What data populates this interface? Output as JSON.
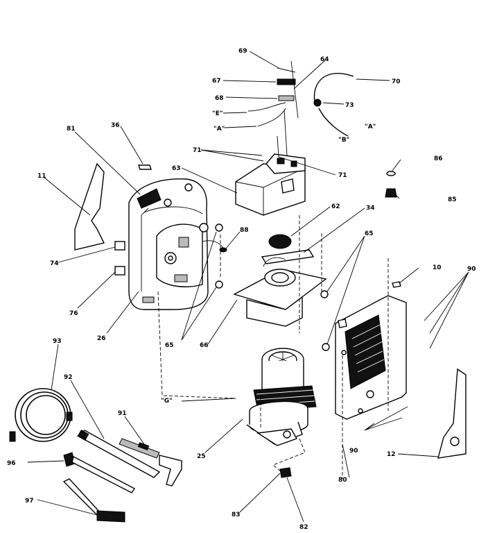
{
  "labels": {
    "p69": "69",
    "p64": "64",
    "p70": "70",
    "p67": "67",
    "p68": "68",
    "p73": "73",
    "pE": "\"E\"",
    "pA1": "\"A\"",
    "pA2": "\"A\"",
    "pB": "\"B\"",
    "p71a": "71",
    "p71b": "71",
    "p63": "63",
    "p86": "86",
    "p85a": "85",
    "p81": "81",
    "p36": "36",
    "p11": "11",
    "p62": "62",
    "p34": "34",
    "p88": "88",
    "p65a": "65",
    "p65b": "65",
    "p74": "74",
    "p76": "76",
    "p26": "26",
    "p66": "66",
    "p10": "10",
    "p90a": "90",
    "p90b": "90",
    "p93": "93",
    "p92": "92",
    "pG": "\"G\"",
    "p91": "91",
    "p25": "25",
    "p12": "12",
    "p80": "80",
    "p96": "96",
    "p97": "97",
    "p83": "83",
    "p82": "82"
  }
}
